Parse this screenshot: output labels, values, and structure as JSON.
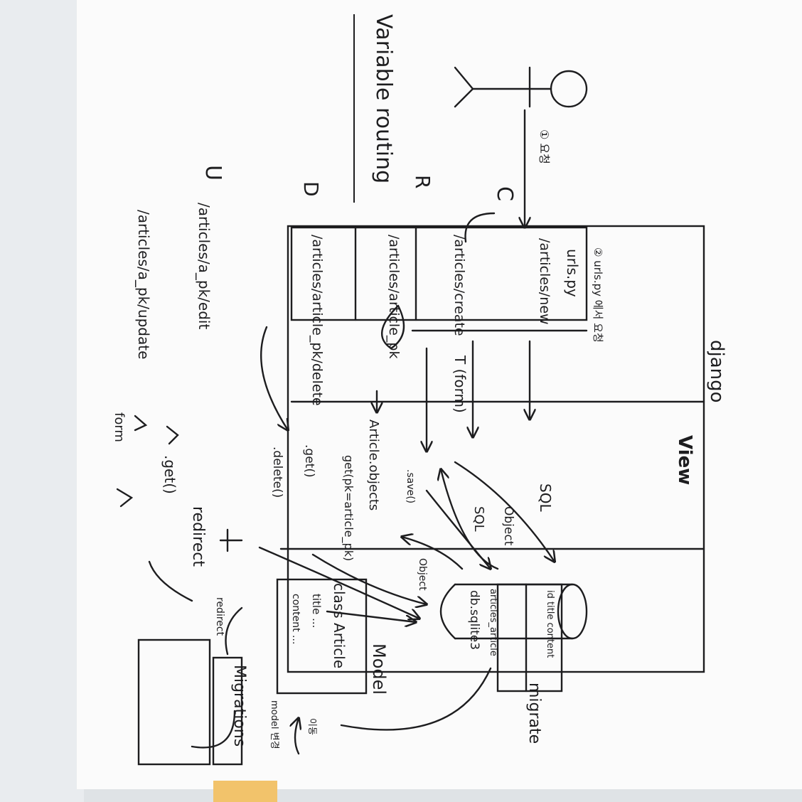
{
  "labels": {
    "django": "django",
    "view": "View",
    "urls_header": "② urls.py 에서 요청",
    "urls_py": "urls.py",
    "user_request": "① 요청",
    "variable_routing": "Variable routing",
    "c": "C",
    "r": "R",
    "u": "U",
    "d": "D",
    "route_new": "/articles/new",
    "route_create": "/articles/create",
    "route_detail": "/articles/article_pk",
    "route_delete": "/articles/article_pk/delete",
    "route_edit": "/articles/a_pk/edit",
    "route_update": "/articles/a_pk/update",
    "t_form": "T (form)",
    "save": ".save()",
    "sql_top": "SQL",
    "sql_mid": "SQL",
    "object_top": "Object",
    "object_mid": "Object",
    "article_objects": "Article.objects",
    "get_pk": "get(pk=article_pk)",
    "get_r": ".get()",
    "delete": ".delete()",
    "get_u": ".get()",
    "redirect": "redirect",
    "redirect_small": "redirect",
    "form": "form",
    "db_columns": "id  title  content",
    "articles_article": "articles_article",
    "db_sqlite3": "db.sqlite3",
    "class_article": "class Article",
    "title_field": "title ...",
    "content_field": "content ...",
    "model": "Model",
    "migrate": "migrate",
    "migrations": "Migrations",
    "model_note": "model 변경",
    "note_small": "이동"
  }
}
